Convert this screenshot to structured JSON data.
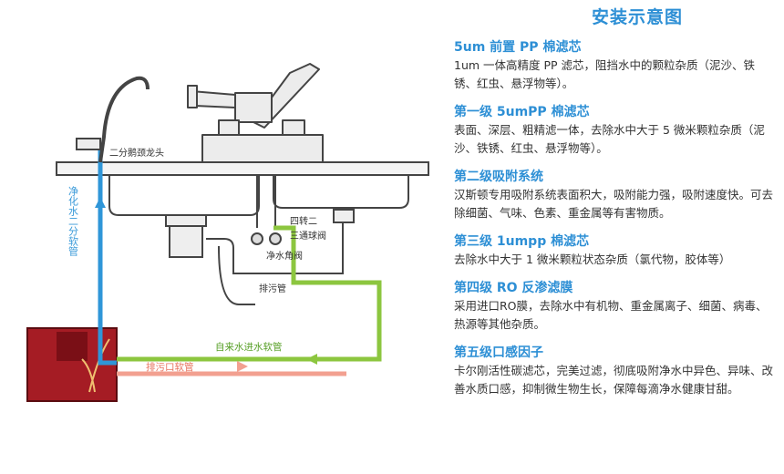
{
  "title": "安装示意图",
  "diagram": {
    "faucet_label": "二分鹅颈龙头",
    "pure_water_pipe_label": "净化水二分软管",
    "valve_label_line1": "四转二",
    "valve_label_line2": "三通球阀",
    "angle_valve_label": "净水角阀",
    "drain_label": "排污管",
    "tap_water_pipe_label": "自来水进水软管",
    "drain_outlet_label": "排污口软管",
    "colors": {
      "pure_water": "#2f96d8",
      "tap_water": "#8cc63f",
      "drain": "#f2a090",
      "machine": "#a51c24"
    }
  },
  "sections": [
    {
      "title": "5um 前置 PP 棉滤芯",
      "body": "1um 一体高精度 PP 滤芯，阻挡水中的颗粒杂质（泥沙、铁锈、红虫、悬浮物等）。"
    },
    {
      "title": "第一级 5umPP 棉滤芯",
      "body": "表面、深层、粗精滤一体，去除水中大于 5 微米颗粒杂质（泥沙、铁锈、红虫、悬浮物等）。"
    },
    {
      "title": "第二级吸附系统",
      "body": "汉斯顿专用吸附系统表面积大，吸附能力强，吸附速度快。可去除细菌、气味、色素、重金属等有害物质。"
    },
    {
      "title": "第三级 1umpp 棉滤芯",
      "body": "去除水中大于 1 微米颗粒状态杂质（氯代物，胶体等）"
    },
    {
      "title": "第四级 RO 反渗滤膜",
      "body": "采用进口RO膜，去除水中有机物、重金属离子、细菌、病毒、热源等其他杂质。"
    },
    {
      "title": "第五级口感因子",
      "body": "卡尔刚活性碳滤芯，完美过滤，彻底吸附净水中异色、异味、改善水质口感，抑制微生物生长，保障每滴净水健康甘甜。"
    }
  ]
}
